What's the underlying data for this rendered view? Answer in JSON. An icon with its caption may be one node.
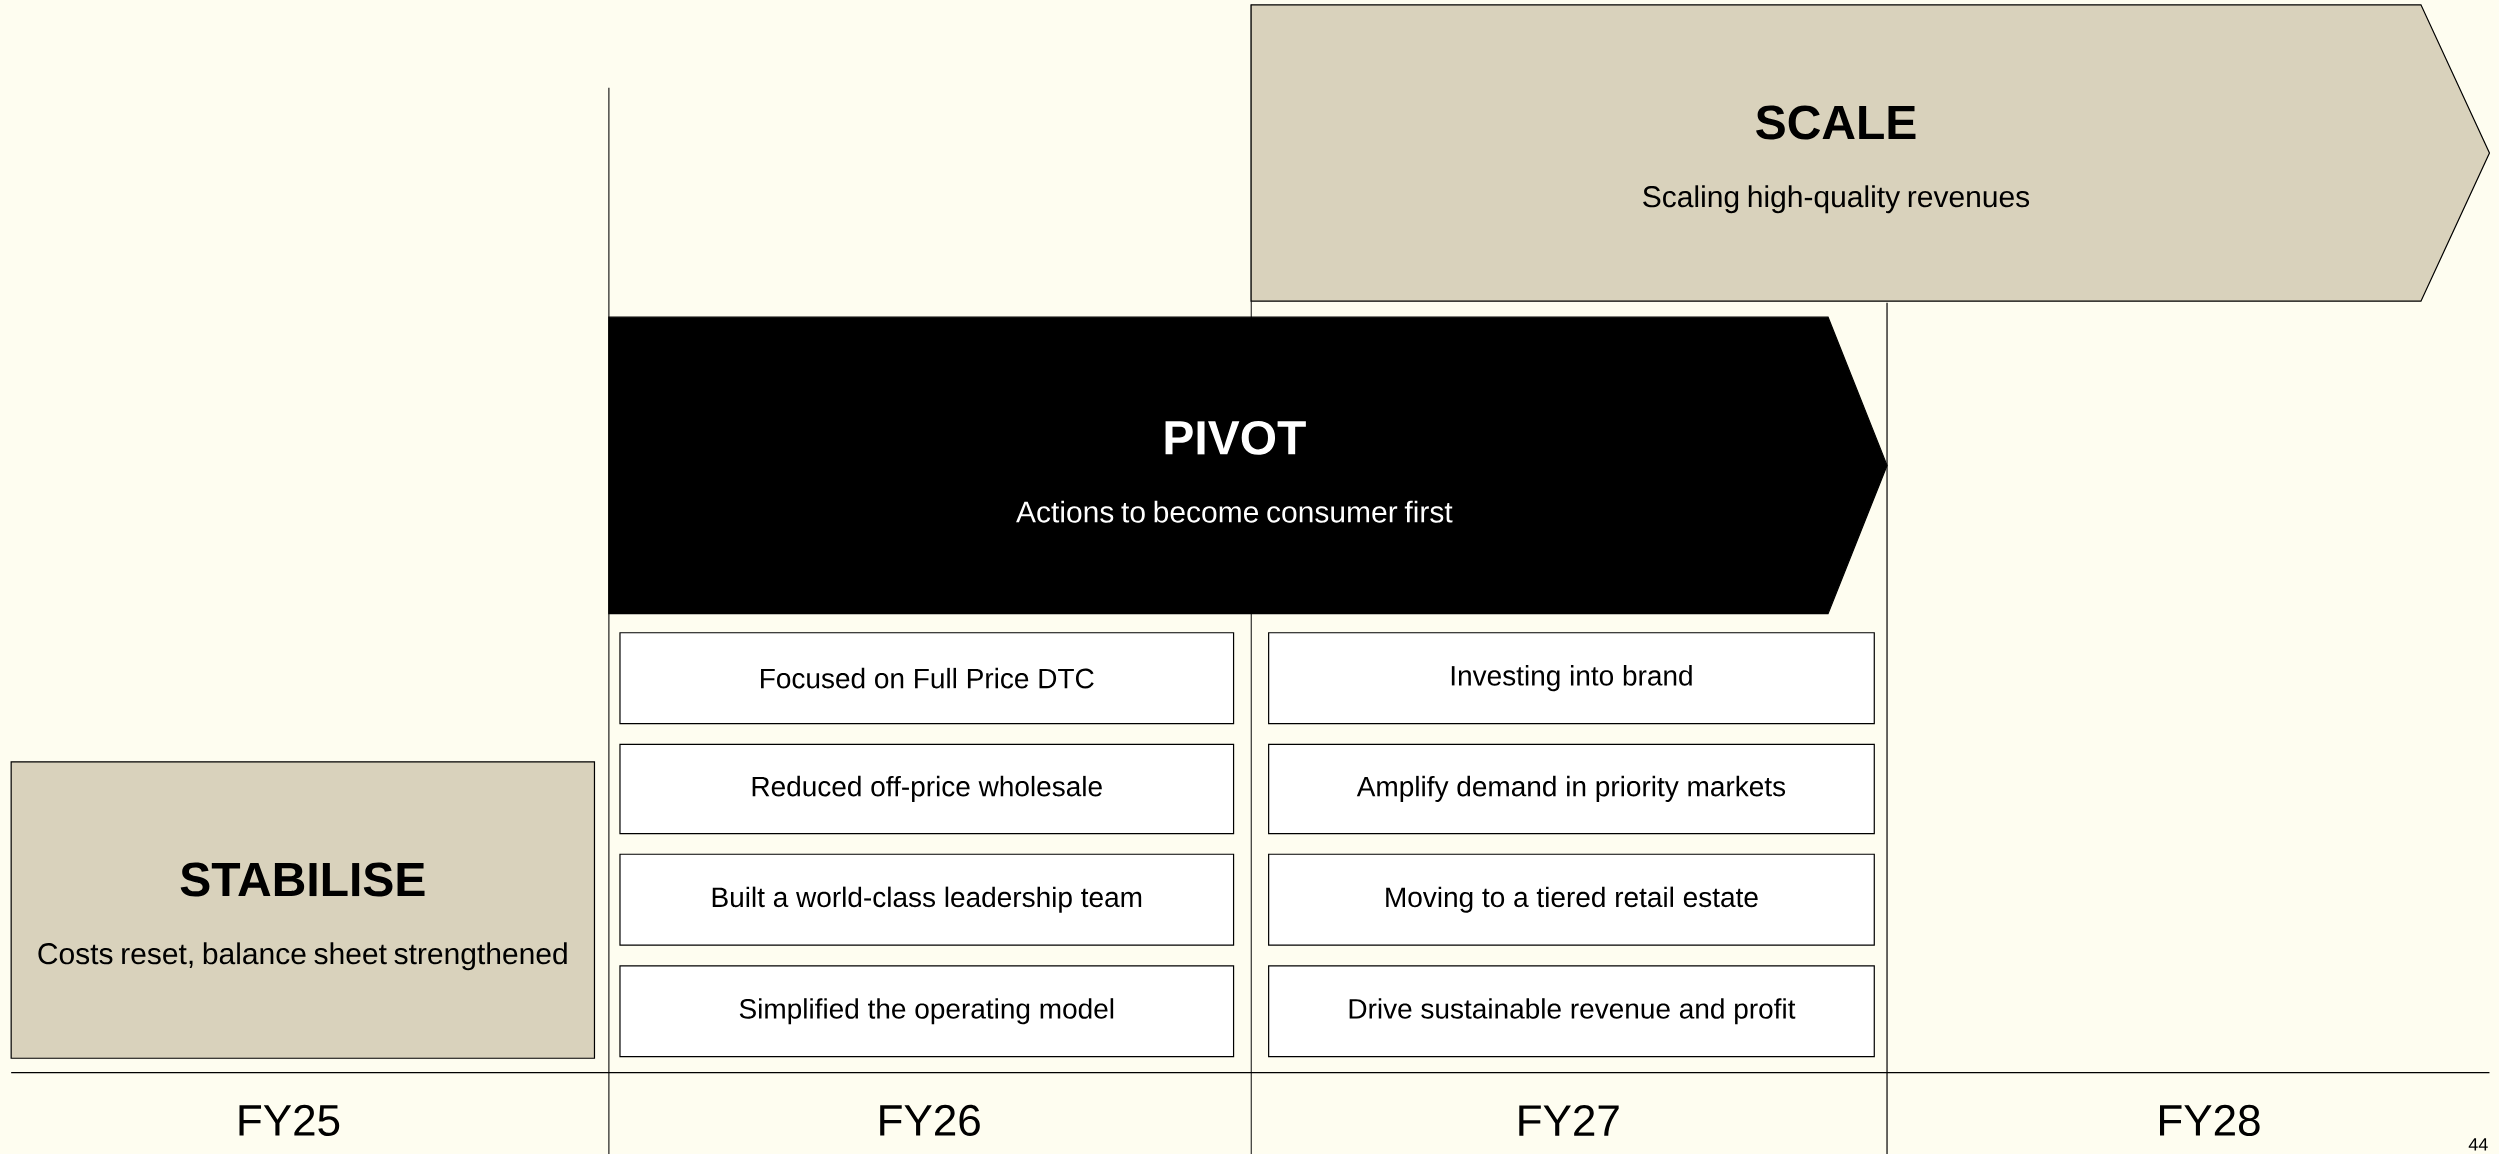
{
  "diagram": {
    "nodes": [
      {
        "text": [
          "SCALE",
          "Scaling high-quality revenues"
        ]
      },
      {
        "text": [
          "PIVOT",
          "Actions to become consumer first"
        ]
      },
      {
        "text": [
          "Focused on Full Price DTC"
        ]
      },
      {
        "text": [
          "Investing into brand"
        ]
      },
      {
        "text": [
          "Reduced off-price wholesale"
        ]
      },
      {
        "text": [
          "Amplify demand in priority markets"
        ]
      },
      {
        "text": [
          "Built a world-class leadership team"
        ]
      },
      {
        "text": [
          "Moving to a tiered retail estate"
        ]
      },
      {
        "text": [
          "Simplified the operating model"
        ]
      },
      {
        "text": [
          "Drive sustainable revenue and profit"
        ]
      },
      {
        "text": [
          "STABILISE",
          "Costs reset, balance sheet strengthened"
        ]
      }
    ],
    "edges": [],
    "labels": [
      "FY25",
      "FY26",
      "FY27",
      "FY28",
      "44"
    ]
  }
}
